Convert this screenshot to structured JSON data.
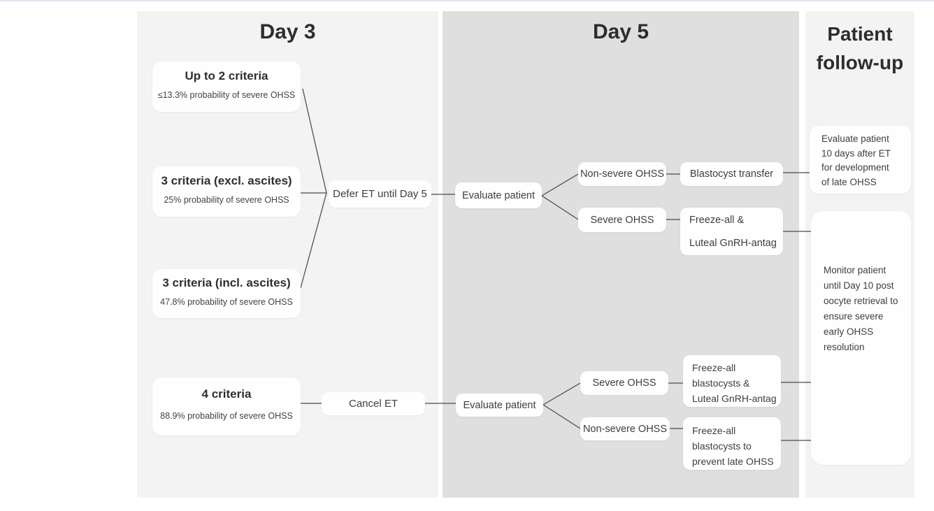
{
  "palette": {
    "top_divider": "#dbe6f3",
    "column_light": "#f3f3f3",
    "column_dark": "#dfdfe0",
    "box_fill": "#fefefe",
    "connector": "#4a4a4a"
  },
  "columns": {
    "day3": {
      "title": "Day 3"
    },
    "day5": {
      "title": "Day 5"
    },
    "followup": {
      "title": "Patient follow-up"
    }
  },
  "day3": {
    "criteria": [
      {
        "title": "Up to 2 criteria",
        "subtitle": "≤13.3% probability of severe OHSS"
      },
      {
        "title": "3 criteria (excl. ascites)",
        "subtitle": "25% probability of severe OHSS"
      },
      {
        "title": "3 criteria (incl. ascites)",
        "subtitle": "47.8% probability of severe OHSS"
      },
      {
        "title": "4 criteria",
        "subtitle": "88.9% probability of severe OHSS"
      }
    ],
    "defer_action": "Defer ET until Day 5",
    "cancel_action": "Cancel ET"
  },
  "day5": {
    "deferred_path": {
      "evaluate": "Evaluate patient",
      "non_severe": {
        "label": "Non-severe OHSS",
        "action": "Blastocyst transfer"
      },
      "severe": {
        "label": "Severe OHSS",
        "action": "Freeze-all &\nLuteal GnRH-antag"
      }
    },
    "cancelled_path": {
      "evaluate": "Evaluate patient",
      "severe": {
        "label": "Severe OHSS",
        "action": "Freeze-all\nblastocysts &\nLuteal GnRH-antag"
      },
      "non_severe": {
        "label": "Non-severe OHSS",
        "action": "Freeze-all\nblastocysts to\nprevent late OHSS"
      }
    }
  },
  "followup": {
    "late_ohss": "Evaluate patient\n10 days after ET\nfor development\nof late OHSS",
    "early_ohss": "Monitor patient\nuntil Day 10 post\noocyte retrieval to\nensure severe\nearly OHSS\nresolution"
  }
}
